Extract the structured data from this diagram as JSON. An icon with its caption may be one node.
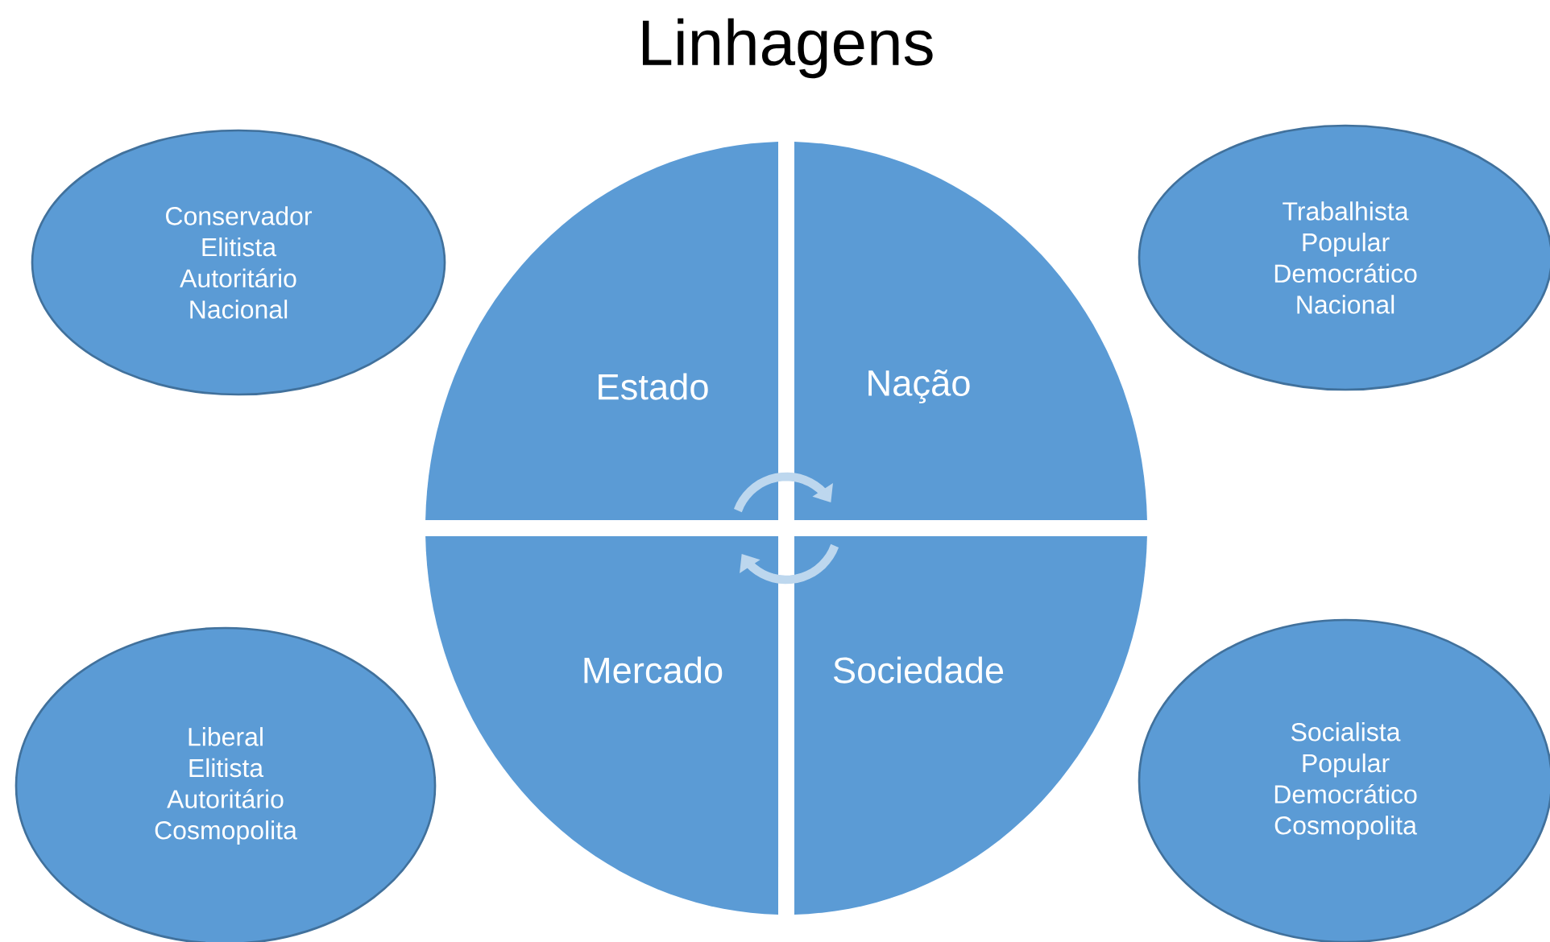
{
  "diagram": {
    "title": "Linhagens",
    "nodes": [
      {
        "text": [
          "Conservador",
          "Elitista",
          "Autoritário",
          "Nacional"
        ]
      },
      {
        "text": [
          "Estado"
        ]
      },
      {
        "text": [
          "Nação"
        ]
      },
      {
        "text": [
          "Trabalhista",
          "Popular",
          "Democrático",
          "Nacional"
        ]
      },
      {
        "text": [
          "Liberal",
          "Elitista",
          "Autoritário",
          "Cosmopolita"
        ]
      },
      {
        "text": [
          "Mercado"
        ]
      },
      {
        "text": [
          "Sociedade"
        ]
      },
      {
        "text": [
          "Socialista",
          "Popular",
          "Democrático",
          "Cosmopolita"
        ]
      }
    ]
  }
}
